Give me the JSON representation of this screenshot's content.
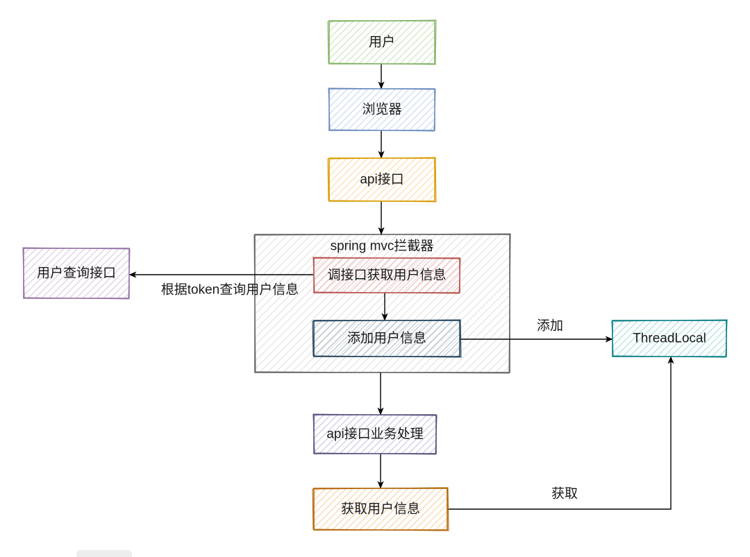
{
  "nodes": {
    "user": {
      "label": "用户",
      "stroke": "#82b366",
      "fill": "#c6e2b4"
    },
    "browser": {
      "label": "浏览器",
      "stroke": "#6c8ebf",
      "fill": "#c3d6f2"
    },
    "api": {
      "label": "api接口",
      "stroke": "#d79b00",
      "fill": "#ffd8a3"
    },
    "interceptor": {
      "label": "spring mvc拦截器",
      "stroke": "#666666",
      "fill": "#dedede"
    },
    "call_api": {
      "label": "调接口获取用户信息",
      "stroke": "#b85450",
      "fill": "#f2b8b5"
    },
    "add_info": {
      "label": "添加用户信息",
      "stroke": "#23445d",
      "fill": "#a9bccb"
    },
    "user_query_api": {
      "label": "用户查询接口",
      "stroke": "#9673a6",
      "fill": "#d8c6e0"
    },
    "thread_local": {
      "label": "ThreadLocal",
      "stroke": "#0e8088",
      "fill": "#a3dde0"
    },
    "business": {
      "label": "api接口业务处理",
      "stroke": "#56517e",
      "fill": "#c6c3dd"
    },
    "get_info": {
      "label": "获取用户信息",
      "stroke": "#b46504",
      "fill": "#f9cf9c"
    }
  },
  "edges": {
    "query_by_token": {
      "label": "根据token查询用户信息"
    },
    "add_to_thread_local": {
      "label": "添加"
    },
    "get_from_thread_local": {
      "label": "获取"
    }
  }
}
